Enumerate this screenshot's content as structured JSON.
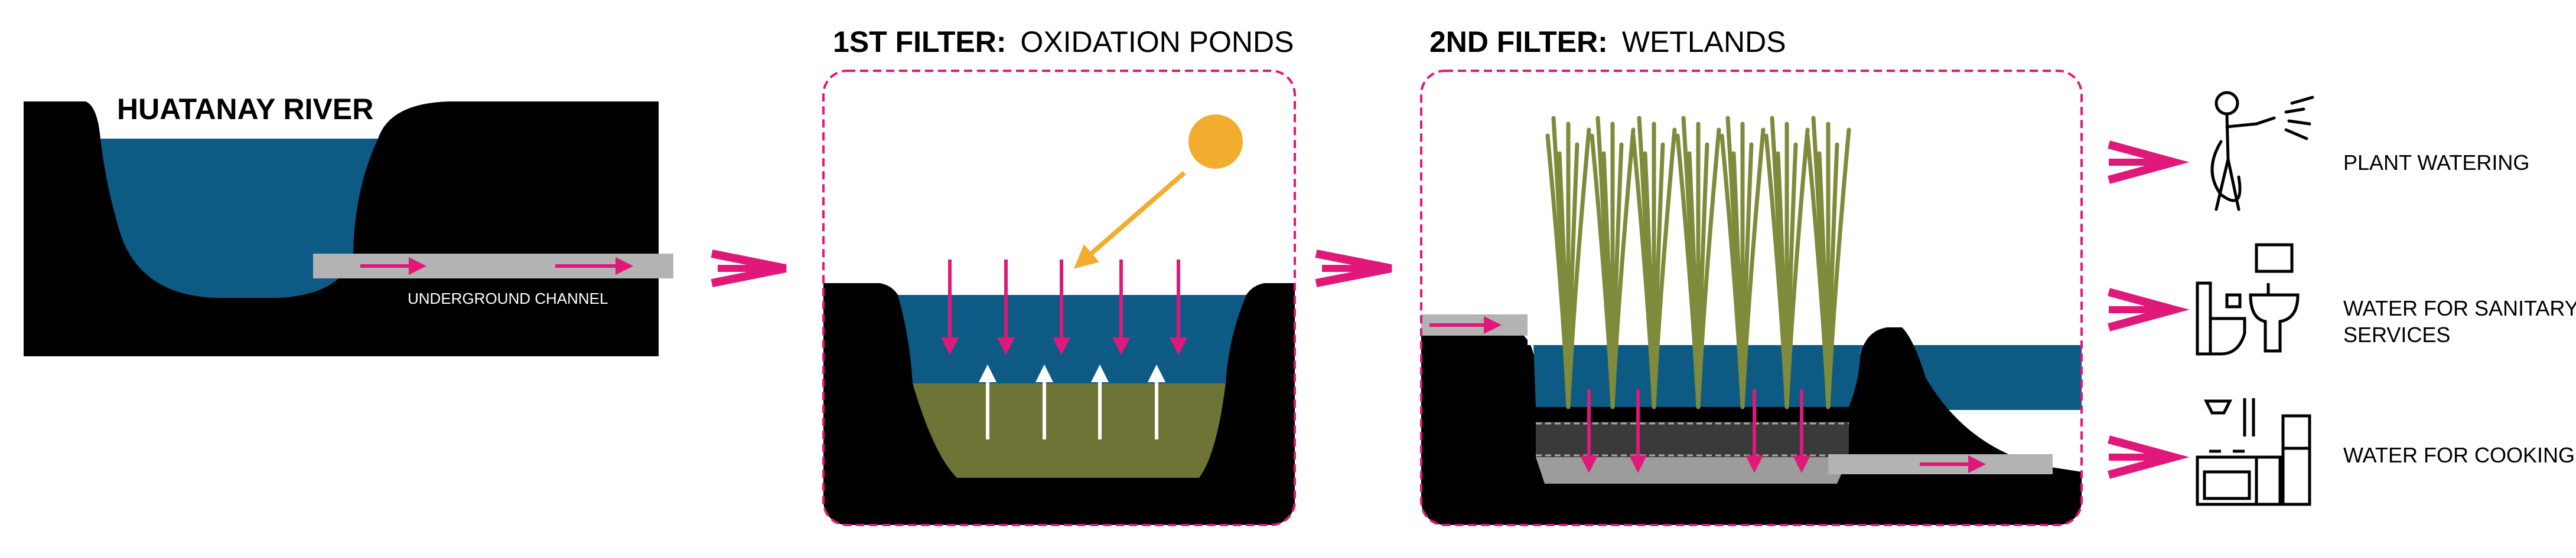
{
  "river": {
    "title": "HUATANAY RIVER",
    "channel_label": "UNDERGROUND CHANNEL"
  },
  "filter1": {
    "prefix": "1ST FILTER:",
    "name": "OXIDATION PONDS"
  },
  "filter2": {
    "prefix": "2ND FILTER:",
    "name": "WETLANDS"
  },
  "uses": [
    {
      "line1": "PLANT WATERING",
      "line2": "",
      "icon": "gardener-hose-icon"
    },
    {
      "line1": "WATER FOR SANITARY",
      "line2": "SERVICES",
      "icon": "toilet-sink-icon"
    },
    {
      "line1": "WATER FOR COOKING",
      "line2": "",
      "icon": "kitchen-icon"
    }
  ],
  "colors": {
    "water": "#0d5b85",
    "ground": "#000000",
    "arrow": "#e0187a",
    "sun": "#f2ad2f",
    "sun_ray": "#f2ad2f",
    "sediment": "#6e7336",
    "pipe": "#b3b3b3",
    "reed": "#7f8a3a",
    "frame": "#e0187a"
  }
}
